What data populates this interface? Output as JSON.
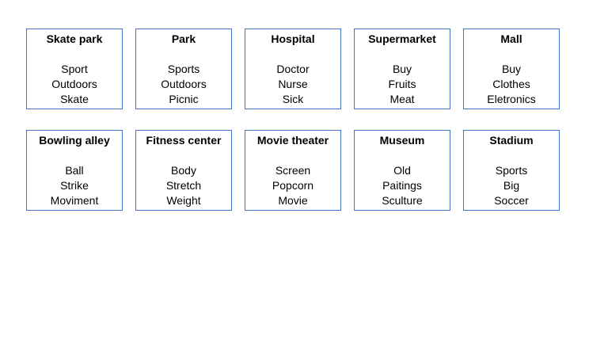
{
  "cards": [
    {
      "title": "Skate park",
      "words": [
        "Sport",
        "Outdoors",
        "Skate"
      ]
    },
    {
      "title": "Park",
      "words": [
        "Sports",
        "Outdoors",
        "Picnic"
      ]
    },
    {
      "title": "Hospital",
      "words": [
        "Doctor",
        "Nurse",
        "Sick"
      ]
    },
    {
      "title": "Supermarket",
      "words": [
        "Buy",
        "Fruits",
        "Meat"
      ]
    },
    {
      "title": "Mall",
      "words": [
        "Buy",
        "Clothes",
        "Eletronics"
      ]
    },
    {
      "title": "Bowling alley",
      "words": [
        "Ball",
        "Strike",
        "Moviment"
      ]
    },
    {
      "title": "Fitness center",
      "words": [
        "Body",
        "Stretch",
        "Weight"
      ]
    },
    {
      "title": "Movie theater",
      "words": [
        "Screen",
        "Popcorn",
        "Movie"
      ]
    },
    {
      "title": "Museum",
      "words": [
        "Old",
        "Paitings",
        "Sculture"
      ]
    },
    {
      "title": "Stadium",
      "words": [
        "Sports",
        "Big",
        "Soccer"
      ]
    }
  ],
  "colors": {
    "border": "#4472c4",
    "text": "#000000",
    "background": "#ffffff"
  }
}
